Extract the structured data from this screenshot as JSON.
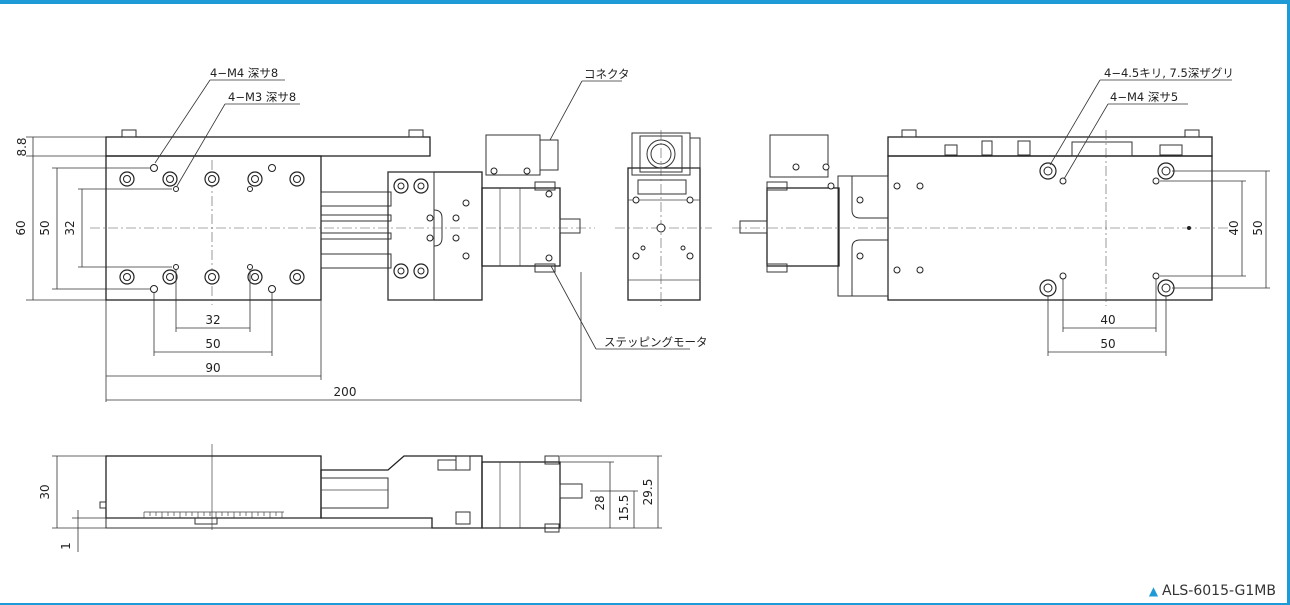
{
  "model": "ALS-6015-G1MB",
  "marker": "▲",
  "callouts": {
    "m4_depth8": "4−M4  深サ8",
    "m3_depth8": "4−M3  深サ8",
    "connector": "コネクタ",
    "stepping_motor": "ステッピングモータ",
    "counterbore": "4−4.5キリ, 7.5深ザグリ",
    "m4_depth5": "4−M4  深サ5"
  },
  "dimensions": {
    "top_view": {
      "d8_8": "8.8",
      "d60": "60",
      "d50": "50",
      "d32v": "32",
      "d32h": "32",
      "d50h": "50",
      "d90": "90",
      "d200": "200"
    },
    "bottom_view": {
      "d40v": "40",
      "d50v": "50",
      "d40h": "40",
      "d50h": "50"
    },
    "side_view": {
      "d30": "30",
      "d1": "1",
      "d28": "28",
      "d15_5": "15.5",
      "d29_5": "29.5"
    }
  }
}
